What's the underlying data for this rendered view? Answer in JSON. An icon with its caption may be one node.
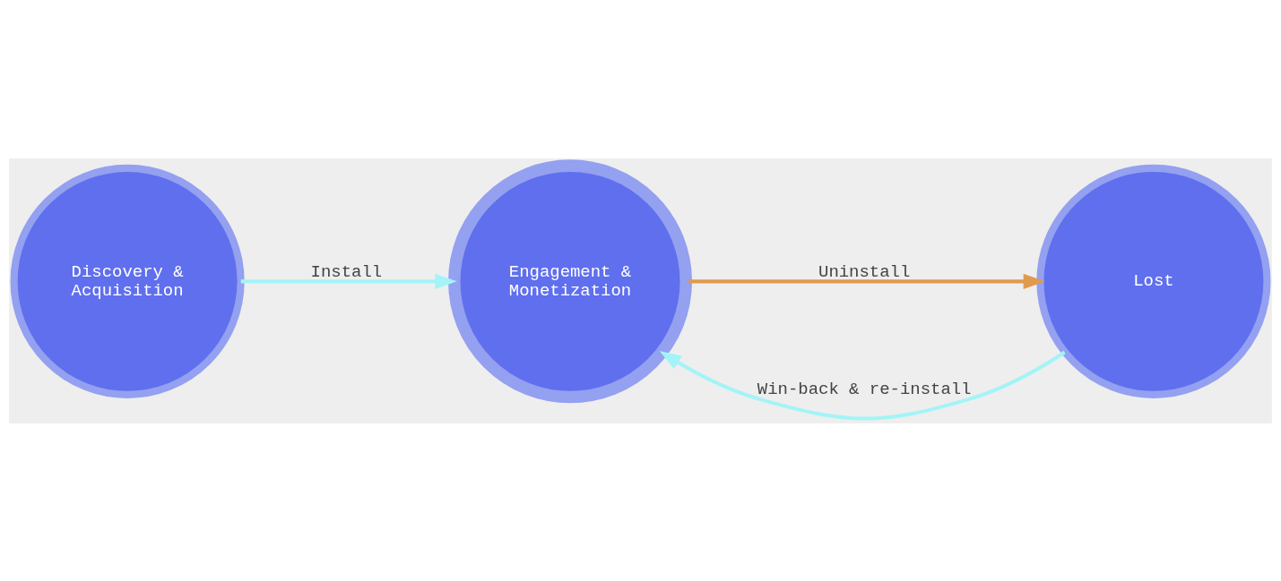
{
  "diagram": {
    "nodes": [
      {
        "text": [
          "Discovery & Acquisition"
        ]
      },
      {
        "text": [
          "Engagement & Monetization"
        ]
      },
      {
        "text": [
          "Lost"
        ]
      }
    ],
    "edges": [
      {
        "from": 0,
        "to": 1,
        "arrow": "to",
        "label": "Install"
      },
      {
        "from": 2,
        "to": 1,
        "arrow": "to",
        "label": "Win-back & re-install"
      },
      {
        "from": 1,
        "to": 2,
        "arrow": "to",
        "label": "Uninstall",
        "color": "#e09a4f"
      }
    ]
  }
}
